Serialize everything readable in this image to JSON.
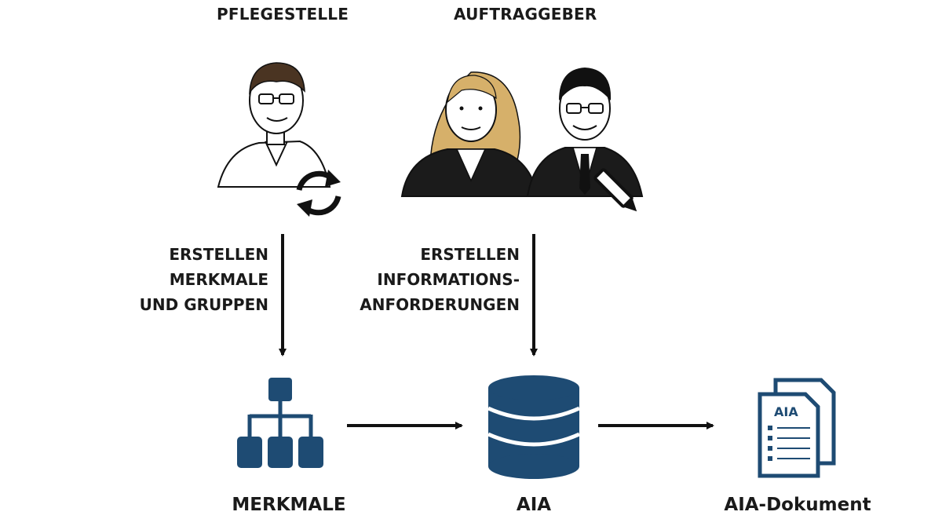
{
  "roles": {
    "left": "PFLEGESTELLE",
    "right": "AUFTRAGGEBER"
  },
  "processes": {
    "left": [
      "ERSTELLEN",
      "MERKMALE",
      "UND GRUPPEN"
    ],
    "right": [
      "ERSTELLEN",
      "INFORMATIONS-",
      "ANFORDERUNGEN"
    ]
  },
  "nodes": {
    "merkmale": "MERKMALE",
    "aia": "AIA",
    "document": "AIA-Dokument"
  },
  "document_icon_text": "AIA",
  "colors": {
    "accent": "#1e4b73",
    "line": "#111111"
  }
}
